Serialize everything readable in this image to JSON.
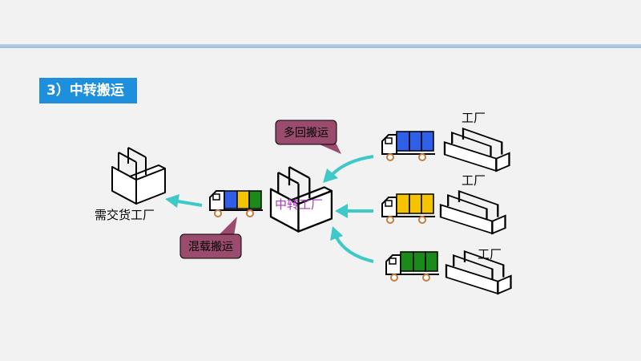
{
  "section_title": "3）中转搬运",
  "labels": {
    "demand_factory": "需交货工厂",
    "transfer_factory": "中转工厂",
    "factory_top": "工厂",
    "factory_mid": "工厂",
    "factory_bottom": "工厂"
  },
  "callouts": {
    "multi_return": "多回搬运",
    "mixed_load": "混载搬运"
  },
  "colors": {
    "title_bg": "#1e8fdc",
    "arrow": "#3ec8c8",
    "callout_bg": "#9a4b6e",
    "transfer_label": "#b030c8",
    "cargo_blue": "#2f5fe8",
    "cargo_yellow": "#f5c400",
    "cargo_green": "#1a8a1a"
  }
}
